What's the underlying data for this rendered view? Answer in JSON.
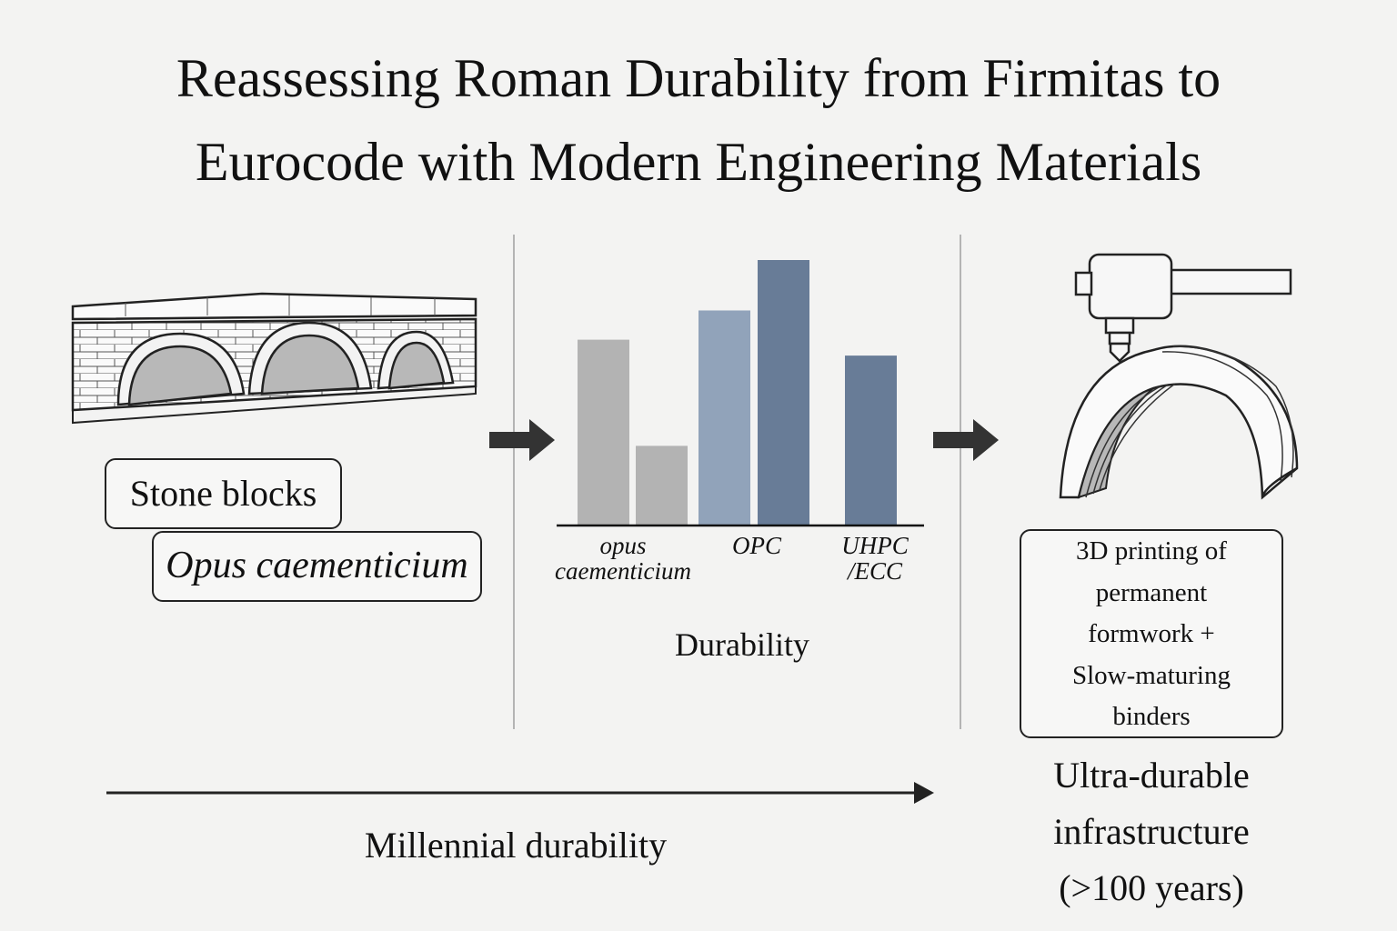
{
  "title": {
    "line1": "Reassessing Roman Durability from Firmitas to",
    "line2": "Eurocode with Modern Engineering Materials"
  },
  "left_panel": {
    "illustration": "roman-arch-bridge",
    "label_1": "Stone blocks",
    "label_2": "Opus caementicium"
  },
  "chart_data": {
    "type": "bar",
    "xlabel": "Durability",
    "groups": [
      {
        "label_line1": "opus",
        "label_line2": "caementicium"
      },
      {
        "label_line1": "OPC",
        "label_line2": ""
      },
      {
        "label_line1": "UHPC",
        "label_line2": "/ECC"
      }
    ],
    "bars": [
      {
        "group": 0,
        "value": 0.7,
        "color": "#b3b3b3"
      },
      {
        "group": 0,
        "value": 0.3,
        "color": "#b3b3b3"
      },
      {
        "group": 1,
        "value": 0.81,
        "color": "#91a3ba"
      },
      {
        "group": 1,
        "value": 1.0,
        "color": "#687c97"
      },
      {
        "group": 2,
        "value": 0.64,
        "color": "#687c97"
      }
    ],
    "ylim": [
      0,
      1
    ]
  },
  "right_panel": {
    "illustration": "3d-printed-arch",
    "box_lines": [
      "3D printing of",
      "permanent",
      "formwork +",
      "Slow-maturing",
      "binders"
    ],
    "caption_lines": [
      "Ultra-durable",
      "infrastructure",
      "(>100 years)"
    ]
  },
  "timeline": {
    "label": "Millennial durability"
  },
  "colors": {
    "background": "#f3f3f2",
    "arrow": "#333333",
    "arch_shade": "#b8b8b8"
  }
}
